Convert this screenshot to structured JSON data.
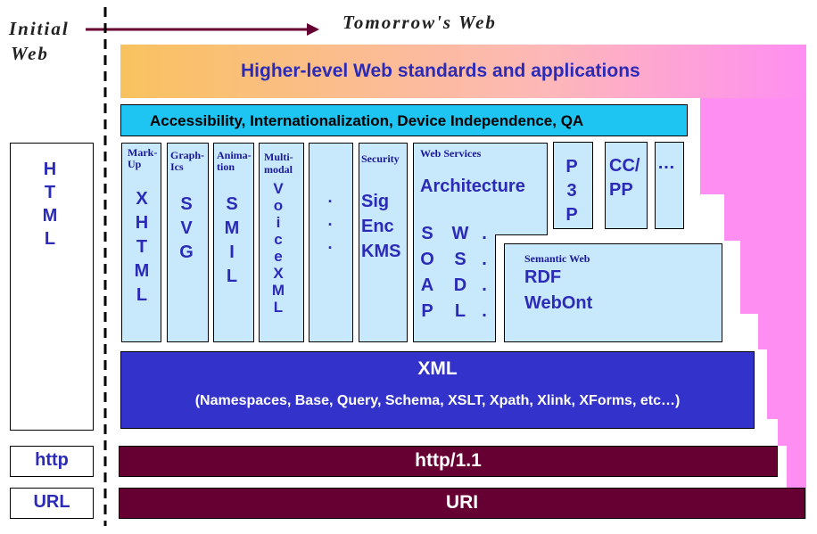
{
  "labels": {
    "initial_web_1": "Initial",
    "initial_web_2": "Web",
    "tomorrows_web": "Tomorrow's Web"
  },
  "top_banner": "Higher-level Web standards and applications",
  "accessibility_bar": "Accessibility, Internationalization, Device Independence, QA",
  "left_column": {
    "html_letters": [
      "H",
      "T",
      "M",
      "L"
    ],
    "http": "http",
    "url": "URL"
  },
  "columns": {
    "markup": {
      "header_1": "Mark-",
      "header_2": "Up",
      "letters": [
        "X",
        "H",
        "T",
        "M",
        "L"
      ]
    },
    "graphics": {
      "header_1": "Graph-",
      "header_2": "Ics",
      "letters": [
        "S",
        "V",
        "G"
      ]
    },
    "animation": {
      "header_1": "Anima-",
      "header_2": "tion",
      "letters": [
        "S",
        "M",
        "I",
        "L"
      ]
    },
    "multimodal": {
      "header_1": "Multi-",
      "header_2": "modal",
      "letters": [
        "V",
        "o",
        "i",
        "c",
        "e",
        "X",
        "M",
        "L"
      ]
    },
    "dots": {
      "letters": [
        ".",
        ".",
        "."
      ]
    },
    "security": {
      "header": "Security",
      "items": [
        "Sig",
        "Enc",
        "KMS"
      ]
    },
    "web_services": {
      "header": "Web Services",
      "architecture": "Architecture",
      "soap": [
        "S",
        "O",
        "A",
        "P"
      ],
      "wsdl": [
        "W",
        "S",
        "D",
        "L"
      ],
      "dots": [
        ".",
        ".",
        ".",
        "."
      ]
    },
    "p3p": [
      "P",
      "3",
      "P"
    ],
    "ccpp_1": "CC/",
    "ccpp_2": "PP",
    "more": "…"
  },
  "semantic_web": {
    "header": "Semantic Web",
    "rdf": "RDF",
    "webont": "WebOnt"
  },
  "xml": {
    "title": "XML",
    "subtitle": "(Namespaces, Base, Query, Schema, XSLT, Xpath, Xlink, XForms, etc…)"
  },
  "http_bar": "http/1.1",
  "uri_bar": "URI",
  "colors": {
    "banner_gradient_start": "#f9c25f",
    "banner_gradient_end": "#ff8ef2",
    "pink": "#ff8ef2",
    "accessibility": "#1fc5f2",
    "light_box": "#c8e8fb",
    "xml_blue": "#3333cc",
    "maroon": "#660033",
    "text_blue": "#2b2bb8"
  }
}
